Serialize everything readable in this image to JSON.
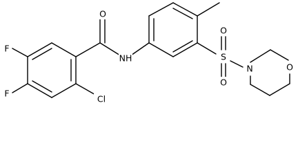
{
  "atoms": [
    {
      "id": "O_carbonyl",
      "label": "O"
    },
    {
      "id": "NH",
      "label": "NH"
    },
    {
      "id": "F_upper",
      "label": "F"
    },
    {
      "id": "F_lower",
      "label": "F"
    },
    {
      "id": "Cl",
      "label": "Cl"
    },
    {
      "id": "S",
      "label": "S"
    },
    {
      "id": "O_sulfonyl_top",
      "label": "O"
    },
    {
      "id": "O_sulfonyl_bottom",
      "label": "O"
    },
    {
      "id": "N_morpholine",
      "label": "N"
    },
    {
      "id": "O_morpholine",
      "label": "O"
    }
  ]
}
